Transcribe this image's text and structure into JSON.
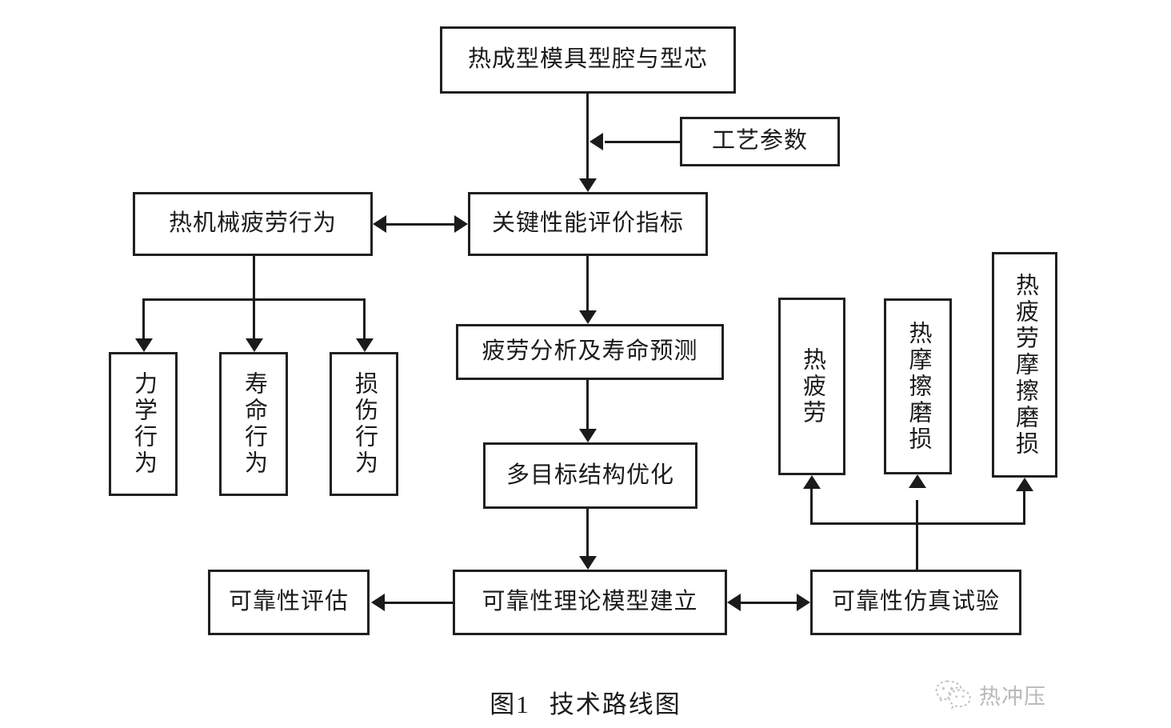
{
  "figure": {
    "caption_prefix": "图",
    "caption_number": "1",
    "caption_title": "技术路线图"
  },
  "watermark": {
    "icon": "wechat-icon",
    "text": "热冲压",
    "color": "#b9b9b9"
  },
  "colors": {
    "background": "#ffffff",
    "box_border": "#231f20",
    "text": "#1b1b1b",
    "connector": "#1b1b1b"
  },
  "nodes": {
    "top_source": "热成型模具型腔与型芯",
    "process_parameters": "工艺参数",
    "thermo_mechanical_fatigue": "热机械疲劳行为",
    "key_performance_index": "关键性能评价指标",
    "mechanical_behavior": "力学行为",
    "life_behavior": "寿命行为",
    "damage_behavior": "损伤行为",
    "fatigue_life_prediction": "疲劳分析及寿命预测",
    "multi_objective_optimization": "多目标结构优化",
    "reliability_model": "可靠性理论模型建立",
    "reliability_evaluation": "可靠性评估",
    "reliability_simulation_test": "可靠性仿真试验",
    "thermal_fatigue": "热疲劳",
    "thermal_friction_wear": "热摩擦磨损",
    "thermal_fatigue_friction_wear": "热疲劳摩擦磨损"
  },
  "edges": [
    {
      "from": "top_source",
      "to": "key_performance_index",
      "type": "arrow-down"
    },
    {
      "from": "process_parameters",
      "to": "top_source_stem",
      "type": "arrow-left"
    },
    {
      "from": "thermo_mechanical_fatigue",
      "to": "key_performance_index",
      "type": "double-arrow-horizontal"
    },
    {
      "from": "thermo_mechanical_fatigue",
      "to": "mechanical_behavior",
      "type": "branch-down"
    },
    {
      "from": "thermo_mechanical_fatigue",
      "to": "life_behavior",
      "type": "branch-down"
    },
    {
      "from": "thermo_mechanical_fatigue",
      "to": "damage_behavior",
      "type": "branch-down"
    },
    {
      "from": "key_performance_index",
      "to": "fatigue_life_prediction",
      "type": "arrow-down"
    },
    {
      "from": "fatigue_life_prediction",
      "to": "multi_objective_optimization",
      "type": "arrow-down"
    },
    {
      "from": "multi_objective_optimization",
      "to": "reliability_model",
      "type": "arrow-down"
    },
    {
      "from": "reliability_model",
      "to": "reliability_evaluation",
      "type": "arrow-left"
    },
    {
      "from": "reliability_model",
      "to": "reliability_simulation_test",
      "type": "double-arrow-horizontal"
    },
    {
      "from": "reliability_simulation_test",
      "to": "thermal_fatigue",
      "type": "branch-up"
    },
    {
      "from": "reliability_simulation_test",
      "to": "thermal_friction_wear",
      "type": "branch-up"
    },
    {
      "from": "reliability_simulation_test",
      "to": "thermal_fatigue_friction_wear",
      "type": "branch-up"
    }
  ]
}
